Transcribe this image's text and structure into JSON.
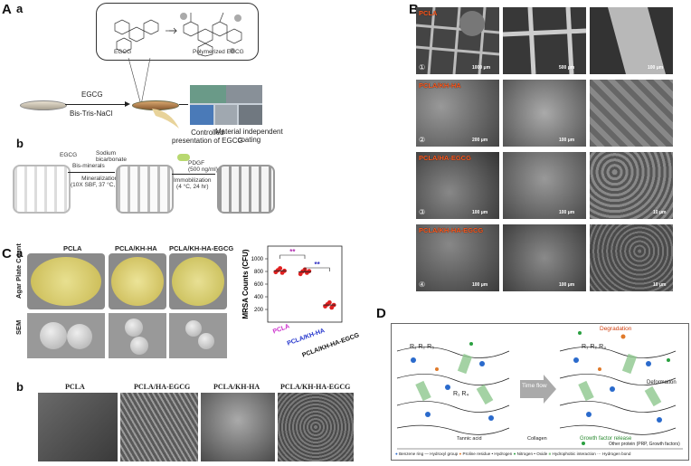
{
  "panelA": {
    "letter": "A",
    "sub_a": "a",
    "sub_b": "b",
    "egcg_label": "EGCG",
    "polymerized_label": "Polymerized EGCG",
    "arrow_top": "EGCG",
    "arrow_bottom": "Bis-Tris-NaCl",
    "controlled": [
      "Controlled",
      "presentation of EGCG"
    ],
    "material": [
      "Material independent",
      "coating"
    ],
    "b_egcg": "EGCG",
    "b_sodium": [
      "Sodium",
      "bicarbonate"
    ],
    "b_simul": "Bis-minerals",
    "b_mineral": [
      "Mineralization",
      "(10X SBF, 37 °C, 1 hr)"
    ],
    "b_pdgf": [
      "PDGF",
      "(500 ng/ml)"
    ],
    "b_immob": [
      "Immobilization",
      "(4 °C, 24 hr)"
    ]
  },
  "panelB": {
    "letter": "B",
    "rows": [
      {
        "label": "PCLA",
        "num": "①",
        "scales": [
          "1000 μm",
          "500 μm",
          "100 μm"
        ]
      },
      {
        "label": "PCLA/KH-HA",
        "num": "②",
        "scales": [
          "200 μm",
          "100 μm",
          ""
        ]
      },
      {
        "label": "PCLA/HA-EGCG",
        "num": "③",
        "scales": [
          "100 μm",
          "100 μm",
          "10 μm"
        ]
      },
      {
        "label": "PCLA/KH-HA-EGCG",
        "num": "④",
        "scales": [
          "100 μm",
          "100 μm",
          "10 μm"
        ]
      }
    ]
  },
  "panelC": {
    "letter": "C",
    "sub_a": "a",
    "sub_b": "b",
    "columns": [
      "PCLA",
      "PCLA/KH-HA",
      "PCLA/KH-HA-EGCG"
    ],
    "row_labels": [
      "Agar Plate Count",
      "SEM"
    ],
    "sem_headers": [
      "PCLA",
      "PCLA/HA-EGCG",
      "PCLA/KH-HA",
      "PCLA/KH-HA-EGCG"
    ],
    "chart_data": {
      "type": "scatter",
      "title": "",
      "xlabel": "",
      "ylabel": "MRSA Counts (CFU)",
      "ylim": [
        0,
        1200
      ],
      "yticks": [
        200,
        400,
        600,
        800,
        1000
      ],
      "categories": [
        "PCLA",
        "PCLA/KH-HA",
        "PCLA/KH-HA-EGCG"
      ],
      "category_colors": [
        "#cc2ccc",
        "#2233cc",
        "#111111"
      ],
      "series": [
        {
          "values": [
            [
              790,
              820,
              850,
              780,
              810
            ],
            [
              760,
              800,
              830,
              780,
              805
            ],
            [
              250,
              280,
              310,
              230,
              270
            ]
          ]
        }
      ],
      "means": [
        810,
        795,
        270
      ],
      "significance": [
        {
          "between": [
            0,
            1
          ],
          "label": "**",
          "color": "#b030b0"
        },
        {
          "between": [
            1,
            2
          ],
          "label": "**",
          "color": "#3030c0"
        }
      ]
    }
  },
  "panelD": {
    "letter": "D",
    "time_flow": "Time flow",
    "degradation": "Degradation",
    "deformation": "Deformation",
    "growth_release": "Growth factor release",
    "legend_tannic": "Tannic acid",
    "legend_collagen": "Collagen",
    "legend_other_protein": "Other protein (PRP, Growth factors)",
    "legend_row": [
      "Benzene ring",
      "Hydroxyl group",
      "Proline residue",
      "Hydrogen",
      "Nitrogen",
      "Oxide",
      "Hydrophobic interaction",
      "Hydrogen bond"
    ],
    "r_labels": [
      "R₁",
      "R₂",
      "R₃",
      "R₄"
    ]
  }
}
